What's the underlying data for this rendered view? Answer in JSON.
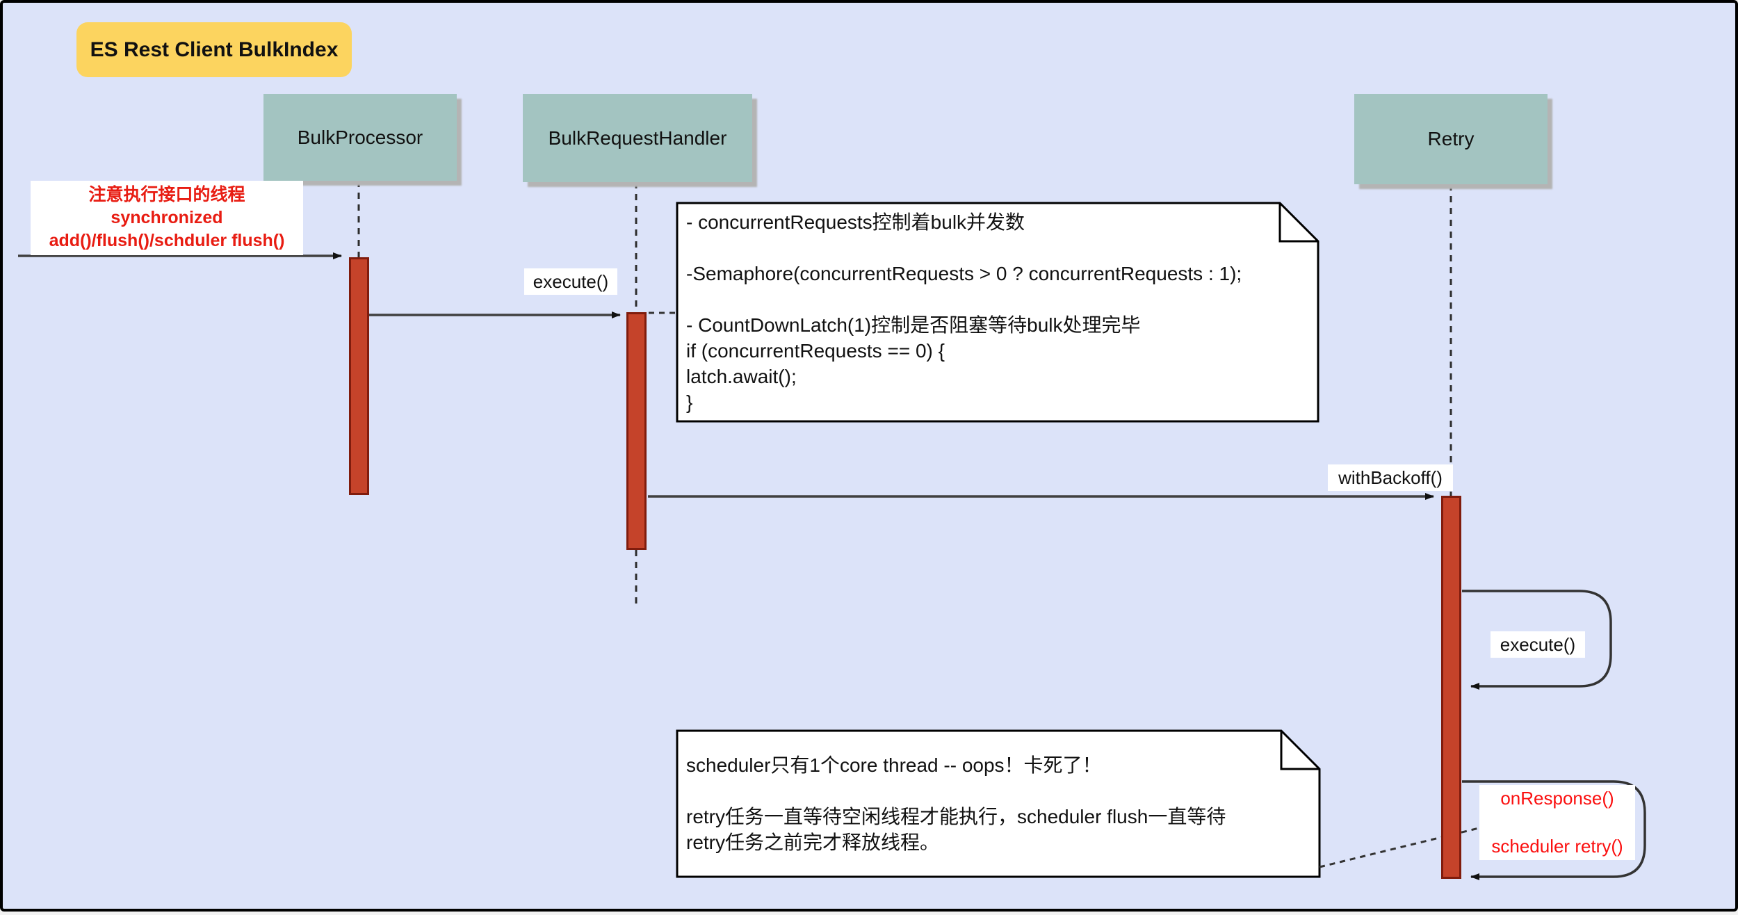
{
  "diagram": {
    "title": "ES Rest Client BulkIndex",
    "colors": {
      "background": "#dce3f9",
      "actor_fill": "#a3c4c1",
      "activation_fill": "#c5432a",
      "activation_stroke": "#801c0d",
      "title_fill": "#fcd45f",
      "note_fill": "#ffffff",
      "red_text": "#e81c12",
      "line": "#404040"
    },
    "actors": [
      {
        "name": "BulkProcessor"
      },
      {
        "name": "BulkRequestHandler"
      },
      {
        "name": "Retry"
      }
    ],
    "annotation": {
      "text": "注意执行接口的线程\nsynchronized\nadd()/flush()/schduler flush()"
    },
    "messages": {
      "execute1": "execute()",
      "withBackoff": "withBackoff()",
      "execute2": "execute()",
      "onResponse": "onResponse()",
      "scheduler_retry": "scheduler retry()"
    },
    "notes": [
      {
        "text": "- concurrentRequests控制着bulk并发数\n\n-Semaphore(concurrentRequests > 0 ? concurrentRequests : 1);\n\n- CountDownLatch(1)控制是否阻塞等待bulk处理完毕\n if (concurrentRequests == 0) {\n    latch.await();\n }"
      },
      {
        "text": "scheduler只有1个core thread -- oops！卡死了！\n\nretry任务一直等待空闲线程才能执行，scheduler flush一直等待\nretry任务之前完才释放线程。"
      }
    ]
  }
}
